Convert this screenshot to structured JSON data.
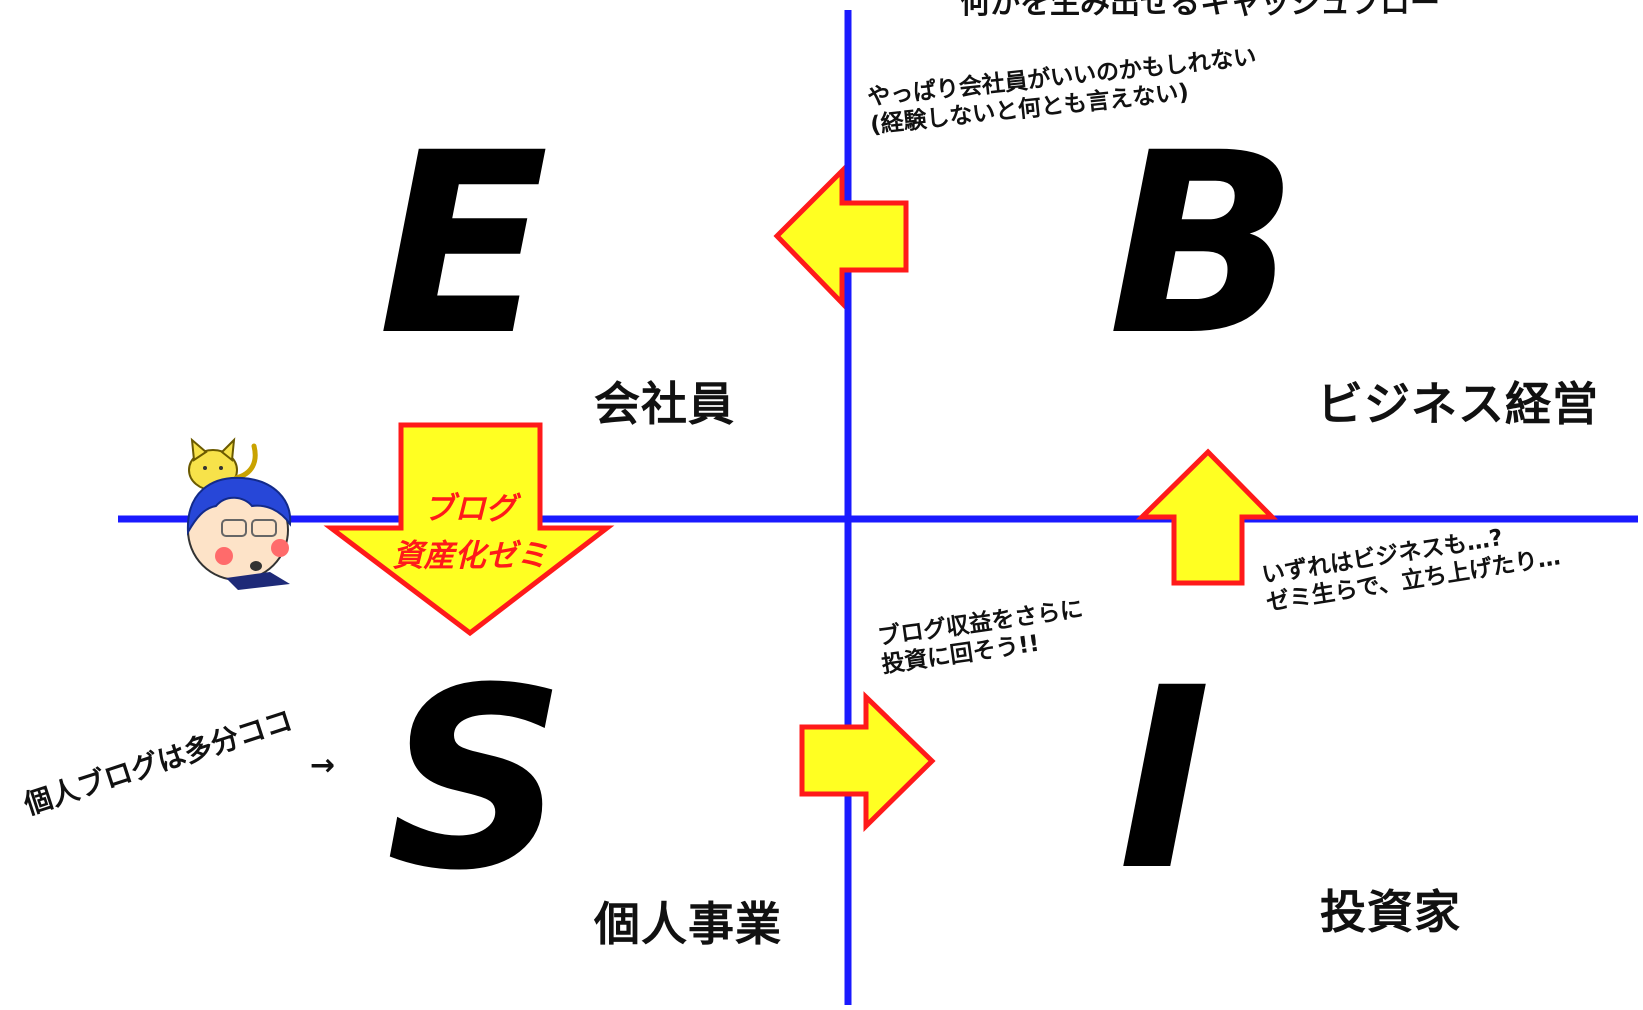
{
  "top_banner": "何かを生み出せるキャッシュフロー",
  "quadrants": {
    "E": {
      "letter": "E",
      "label": "会社員"
    },
    "B": {
      "letter": "B",
      "label": "ビジネス経営"
    },
    "S": {
      "letter": "S",
      "label": "個人事業"
    },
    "I": {
      "letter": "I",
      "label": "投資家"
    }
  },
  "notes": {
    "b_to_e": "やっぱり会社員がいいのかもしれない\n(経験しないと何とも言えない)",
    "s_to_i": "ブログ収益をさらに\n投資に回そう!!",
    "i_to_b": "いずれはビジネスも…?\nゼミ生らで、立ち上げたり…",
    "personal_blog": "個人ブログは多分ココ",
    "personal_blog_arrow": "→"
  },
  "e_to_s_arrow": {
    "line1": "ブログ",
    "line2": "資産化ゼミ"
  },
  "colors": {
    "axis": "#1a1aff",
    "arrow_fill": "#ffff22",
    "arrow_stroke": "#ff1a1a",
    "arrow_text": "#ff1a1a"
  }
}
